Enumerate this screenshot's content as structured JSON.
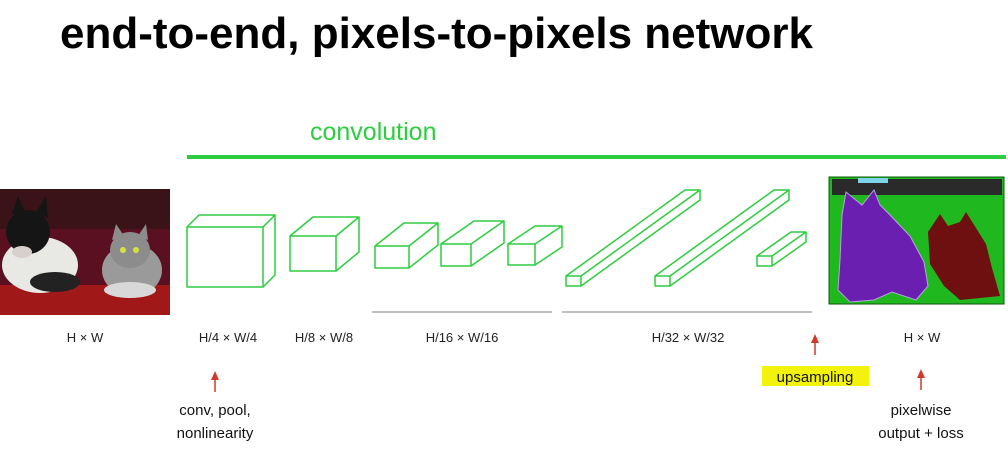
{
  "title": "end-to-end, pixels-to-pixels network",
  "convolution_label": "convolution",
  "dimension_labels": {
    "input": "H × W",
    "quarter": "H/4 × W/4",
    "eighth": "H/8 × W/8",
    "sixteenth": "H/16 × W/16",
    "thirty_second": "H/32 × W/32",
    "output": "H × W"
  },
  "annotations": {
    "conv_pool_line1": "conv, pool,",
    "conv_pool_line2": "nonlinearity",
    "upsampling": "upsampling",
    "pixelwise_line1": "pixelwise",
    "pixelwise_line2": "output + loss"
  },
  "colors": {
    "green": "#2ecc40",
    "arrow_red": "#d03a2a",
    "highlight_yellow": "#f2f20a",
    "seg_background": "#1fb81f",
    "seg_dog": "#6a1fb0",
    "seg_cat": "#6e1010",
    "seg_sofa_band": "#2a2a2a",
    "seg_strip": "#7fd3e8"
  }
}
